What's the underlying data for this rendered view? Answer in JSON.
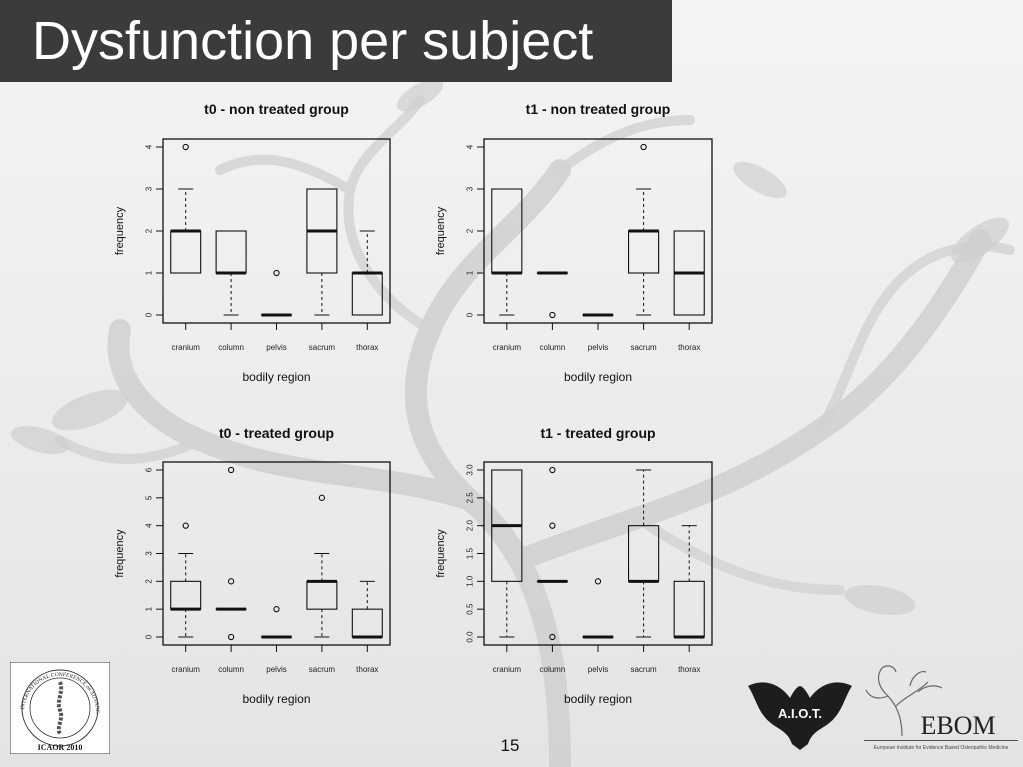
{
  "slide": {
    "title": "Dysfunction per subject",
    "page_number": "15"
  },
  "logos": {
    "icaor_text": "INTERNATIONAL CONFERENCE on ADVANCES in OSTEOPATHIC RESEARCH",
    "icaor_label": "ICAOR 2010",
    "aiot_label": "A.I.O.T.",
    "ebom_label": "EBOM",
    "ebom_subtitle": "European Institute for Evidence Based Osteopathic Medicine"
  },
  "colors": {
    "title_bg": "#3b3b3b",
    "title_text": "#ffffff",
    "plot_line": "#111111",
    "tree": "#c9c9c9"
  },
  "chart_data": [
    {
      "type": "boxplot",
      "title": "t0 - non treated group",
      "xlabel": "bodily region",
      "ylabel": "frequency",
      "categories": [
        "cranium",
        "column",
        "pelvis",
        "sacrum",
        "thorax"
      ],
      "ylim": [
        0,
        4
      ],
      "yticks": [
        "0",
        "1",
        "2",
        "3",
        "4"
      ],
      "boxes": [
        {
          "min": 1,
          "q1": 1,
          "median": 2,
          "q3": 2,
          "max": 3,
          "outliers": [
            4
          ]
        },
        {
          "min": 0,
          "q1": 1,
          "median": 1,
          "q3": 2,
          "max": 2,
          "outliers": []
        },
        {
          "min": 0,
          "q1": 0,
          "median": 0,
          "q3": 0,
          "max": 0,
          "outliers": [
            1
          ]
        },
        {
          "min": 0,
          "q1": 1,
          "median": 2,
          "q3": 3,
          "max": 3,
          "outliers": []
        },
        {
          "min": 0,
          "q1": 0,
          "median": 1,
          "q3": 1,
          "max": 2,
          "outliers": []
        }
      ]
    },
    {
      "type": "boxplot",
      "title": "t1 - non treated group",
      "xlabel": "bodily region",
      "ylabel": "frequency",
      "categories": [
        "cranium",
        "column",
        "pelvis",
        "sacrum",
        "thorax"
      ],
      "ylim": [
        0,
        4
      ],
      "yticks": [
        "0",
        "1",
        "2",
        "3",
        "4"
      ],
      "boxes": [
        {
          "min": 0,
          "q1": 1,
          "median": 1,
          "q3": 3,
          "max": 3,
          "outliers": []
        },
        {
          "min": 1,
          "q1": 1,
          "median": 1,
          "q3": 1,
          "max": 1,
          "outliers": [
            0
          ]
        },
        {
          "min": 0,
          "q1": 0,
          "median": 0,
          "q3": 0,
          "max": 0,
          "outliers": []
        },
        {
          "min": 0,
          "q1": 1,
          "median": 2,
          "q3": 2,
          "max": 3,
          "outliers": [
            4
          ]
        },
        {
          "min": 0,
          "q1": 0,
          "median": 1,
          "q3": 2,
          "max": 2,
          "outliers": []
        }
      ]
    },
    {
      "type": "boxplot",
      "title": "t0 - treated group",
      "xlabel": "bodily region",
      "ylabel": "frequency",
      "categories": [
        "cranium",
        "column",
        "pelvis",
        "sacrum",
        "thorax"
      ],
      "ylim": [
        0,
        6
      ],
      "yticks": [
        "0",
        "1",
        "2",
        "3",
        "4",
        "5",
        "6"
      ],
      "boxes": [
        {
          "min": 0,
          "q1": 1,
          "median": 1,
          "q3": 2,
          "max": 3,
          "outliers": [
            4
          ]
        },
        {
          "min": 1,
          "q1": 1,
          "median": 1,
          "q3": 1,
          "max": 1,
          "outliers": [
            0,
            2,
            6
          ]
        },
        {
          "min": 0,
          "q1": 0,
          "median": 0,
          "q3": 0,
          "max": 0,
          "outliers": [
            1
          ]
        },
        {
          "min": 0,
          "q1": 1,
          "median": 2,
          "q3": 2,
          "max": 3,
          "outliers": [
            5
          ]
        },
        {
          "min": 0,
          "q1": 0,
          "median": 0,
          "q3": 1,
          "max": 2,
          "outliers": []
        }
      ]
    },
    {
      "type": "boxplot",
      "title": "t1 - treated group",
      "xlabel": "bodily region",
      "ylabel": "frequency",
      "categories": [
        "cranium",
        "column",
        "pelvis",
        "sacrum",
        "thorax"
      ],
      "ylim": [
        0,
        3
      ],
      "yticks": [
        "0.0",
        "0.5",
        "1.0",
        "1.5",
        "2.0",
        "2.5",
        "3.0"
      ],
      "boxes": [
        {
          "min": 0,
          "q1": 1,
          "median": 2,
          "q3": 3,
          "max": 3,
          "outliers": []
        },
        {
          "min": 1,
          "q1": 1,
          "median": 1,
          "q3": 1,
          "max": 1,
          "outliers": [
            0,
            2,
            3
          ]
        },
        {
          "min": 0,
          "q1": 0,
          "median": 0,
          "q3": 0,
          "max": 0,
          "outliers": [
            1
          ]
        },
        {
          "min": 0,
          "q1": 1,
          "median": 1,
          "q3": 2,
          "max": 3,
          "outliers": []
        },
        {
          "min": 0,
          "q1": 0,
          "median": 0,
          "q3": 1,
          "max": 2,
          "outliers": []
        }
      ]
    }
  ]
}
